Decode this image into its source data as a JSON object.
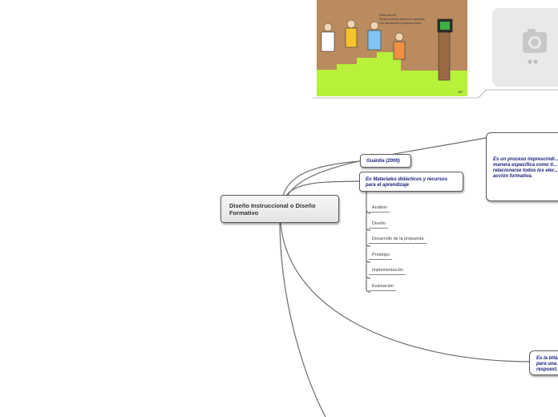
{
  "map": {
    "root": "Diseño Instruccional o Diseño Formativo",
    "guardia": "Guárdia (2000)",
    "materiales": "En Materiales didácticos y recursos para el aprendizaje",
    "steps": [
      "Análisis",
      "Diseño",
      "Desarrollo de la propuesta",
      "Prototipo",
      "Implementación",
      "Evaluación"
    ],
    "definition1": "Es un proceso imprescindi... manera específica como ti... relacionarse todos los eler... acción formativa.",
    "definition2": "Es la bitá... para una... respuest..."
  },
  "image": {
    "caption_lines": [
      "Había una vez",
      "Porque nuestros alumnos no aprenden",
      "Con esta lección nos quedó a todos"
    ],
    "signature": "JRP"
  },
  "colors": {
    "line": "#6b6b6b",
    "accent_text": "#1a237e",
    "grass": "#b7f13a"
  },
  "icons": {
    "photo_placeholder": "camera-icon"
  }
}
